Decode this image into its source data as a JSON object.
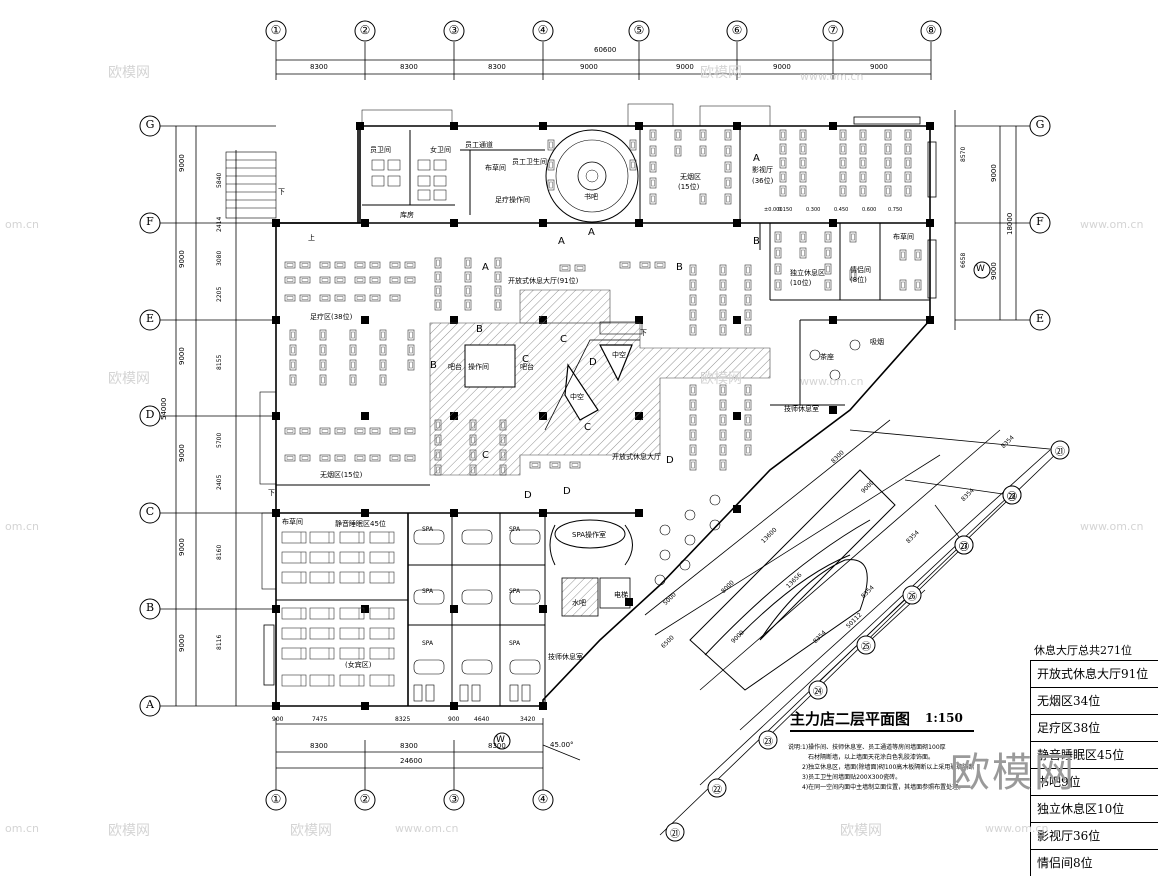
{
  "sheet": {
    "title": "主力店二层平面图",
    "scale": "1:150",
    "notes": [
      "说明:1)操作间、技师休息室、员工通道等房间墙面砌100厚",
      "石材隔断墙，以上墙面天花涂白色乳胶漆饰面。",
      "2)独立休息区，墙面(除墙面)砌100高木板隔断以上采用玻璃隔断",
      "3)员工卫生间墙面贴200X300瓷砖。",
      "4)在同一空间内面中主墙制立面位置，其墙面参照布置处理。"
    ]
  },
  "grid": {
    "top_cols": [
      "①",
      "②",
      "③",
      "④",
      "⑤",
      "⑥",
      "⑦",
      "⑧"
    ],
    "bottom_cols": [
      "①",
      "②",
      "③",
      "④"
    ],
    "left_rows": [
      "G",
      "F",
      "E",
      "D",
      "C",
      "B",
      "A"
    ],
    "right_rows": [
      "G",
      "F",
      "E"
    ],
    "diag_left": [
      "㉑",
      "㉒",
      "㉓",
      "㉔",
      "㉕",
      "㉖",
      "㉗",
      "㉘"
    ],
    "diag_right": [
      "㉑",
      "㉒",
      "㉓"
    ],
    "w_marks": [
      "W",
      "W"
    ]
  },
  "dims": {
    "top_total": "60600",
    "top_spans": [
      "8300",
      "8300",
      "8300",
      "9000",
      "9000",
      "9000",
      "9000"
    ],
    "left": [
      "9000",
      "9000",
      "9000",
      "9000",
      "9000",
      "9000"
    ],
    "left_total": "54000",
    "right": [
      "9000",
      "9000",
      "18000"
    ],
    "bottom_total": "24600",
    "bottom_spans": [
      "8300",
      "8300",
      "8300"
    ],
    "bottom_segments": [
      "900",
      "7475",
      "8325",
      "900",
      "4640",
      "3420"
    ],
    "angle": "45.00°",
    "misc_left": [
      "5840",
      "2414",
      "3080",
      "2205",
      "8155",
      "5700",
      "2405",
      "8160",
      "8116",
      "8570",
      "6658"
    ],
    "diag_a": [
      "8300",
      "9000",
      "13600",
      "13656",
      "5000",
      "6500",
      "8000",
      "9000"
    ],
    "diag_b": [
      "8354",
      "8354",
      "8354",
      "8354",
      "8354",
      "50112"
    ]
  },
  "rooms": [
    {
      "label": "员卫间"
    },
    {
      "label": "女卫间"
    },
    {
      "label": "员工通道"
    },
    {
      "label": "员工卫生间"
    },
    {
      "label": "布草间"
    },
    {
      "label": "足疗操作间"
    },
    {
      "label": "库房"
    },
    {
      "label": "书吧"
    },
    {
      "label": "无烟区"
    },
    {
      "label": "(15位)"
    },
    {
      "label": "影视厅"
    },
    {
      "label": "(36位)"
    },
    {
      "label": "开放式休息大厅(91位)"
    },
    {
      "label": "足疗区(38位)"
    },
    {
      "label": "独立休息区"
    },
    {
      "label": "(10位)"
    },
    {
      "label": "情侣间"
    },
    {
      "label": "(8位)"
    },
    {
      "label": "布草间"
    },
    {
      "label": "操作间"
    },
    {
      "label": "吧台"
    },
    {
      "label": "吧台"
    },
    {
      "label": "中空"
    },
    {
      "label": "中空"
    },
    {
      "label": "开放式休息大厅"
    },
    {
      "label": "茶座"
    },
    {
      "label": "吸烟"
    },
    {
      "label": "技师休息室"
    },
    {
      "label": "无烟区(15位)"
    },
    {
      "label": "布草间"
    },
    {
      "label": "静音睡眠区45位"
    },
    {
      "label": "(女宾区)"
    },
    {
      "label": "SPA操作室"
    },
    {
      "label": "技师休息室"
    },
    {
      "label": "水吧"
    },
    {
      "label": "电梯"
    },
    {
      "label": "上"
    },
    {
      "label": "下"
    },
    {
      "label": "下"
    },
    {
      "label": "下"
    }
  ],
  "spa_labels": [
    "SPA",
    "SPA",
    "SPA",
    "SPA",
    "SPA",
    "SPA"
  ],
  "markers": [
    "A",
    "A",
    "A",
    "B",
    "B",
    "B",
    "C",
    "C",
    "C",
    "D",
    "D",
    "D",
    "A",
    "B",
    "C",
    "D"
  ],
  "elevations": [
    "±0.000",
    "0.150",
    "0.300",
    "0.450",
    "0.600",
    "0.750"
  ],
  "seat_table": {
    "caption": "休息大厅总共271位",
    "rows": [
      "开放式休息大厅91位",
      "无烟区34位",
      "足疗区38位",
      "静音睡眠区45位",
      "书吧9位",
      "独立休息区10位",
      "影视厅36位",
      "情侣间8位"
    ]
  },
  "watermarks": {
    "brand": "欧模网",
    "site": "www.om.cn",
    "site_short": "om.cn"
  }
}
